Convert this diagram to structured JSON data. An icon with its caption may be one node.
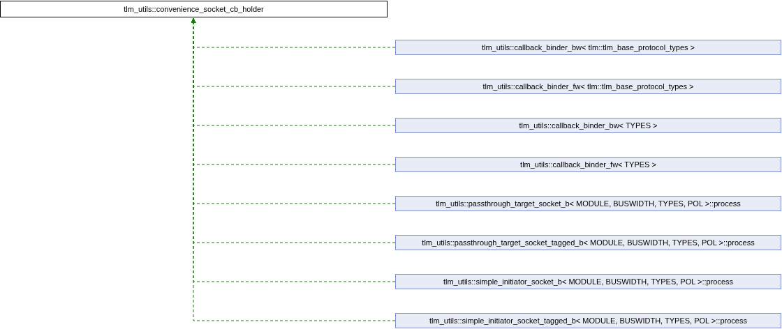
{
  "diagram": {
    "nodes": [
      {
        "text": [
          "tlm_utils::convenience_socket_cb_holder"
        ]
      },
      {
        "text": [
          "tlm_utils::callback_binder_bw< tlm::tlm_base_protocol_types >"
        ]
      },
      {
        "text": [
          "tlm_utils::callback_binder_fw< tlm::tlm_base_protocol_types >"
        ]
      },
      {
        "text": [
          "tlm_utils::callback_binder_bw< TYPES >"
        ]
      },
      {
        "text": [
          "tlm_utils::callback_binder_fw< TYPES >"
        ]
      },
      {
        "text": [
          "tlm_utils::passthrough_target_socket_b< MODULE, BUSWIDTH, TYPES, POL >::process"
        ]
      },
      {
        "text": [
          "tlm_utils::passthrough_target_socket_tagged_b< MODULE, BUSWIDTH, TYPES, POL >::process"
        ]
      },
      {
        "text": [
          "tlm_utils::simple_initiator_socket_b< MODULE, BUSWIDTH, TYPES, POL >::process"
        ]
      },
      {
        "text": [
          "tlm_utils::simple_initiator_socket_tagged_b< MODULE, BUSWIDTH, TYPES, POL >::process"
        ]
      }
    ],
    "edges": [
      {
        "from": 1,
        "to": 0,
        "arrow": "to",
        "style": "dashed"
      },
      {
        "from": 2,
        "to": 0,
        "arrow": "to",
        "style": "dashed"
      },
      {
        "from": 3,
        "to": 0,
        "arrow": "to",
        "style": "dashed"
      },
      {
        "from": 4,
        "to": 0,
        "arrow": "to",
        "style": "dashed"
      },
      {
        "from": 5,
        "to": 0,
        "arrow": "to",
        "style": "dashed"
      },
      {
        "from": 6,
        "to": 0,
        "arrow": "to",
        "style": "dashed"
      },
      {
        "from": 7,
        "to": 0,
        "arrow": "to",
        "style": "dashed"
      },
      {
        "from": 8,
        "to": 0,
        "arrow": "to",
        "style": "dashed"
      }
    ]
  }
}
